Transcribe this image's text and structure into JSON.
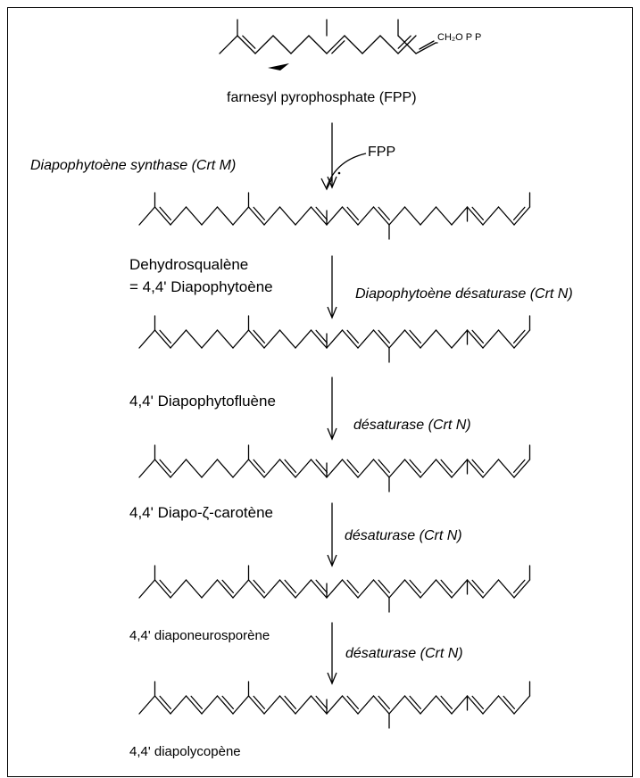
{
  "fpp": {
    "name": "farnesyl pyrophosphate (FPP)",
    "phosphate_group": "CH₂O P P",
    "cofactor": "FPP"
  },
  "steps": [
    {
      "enzyme": "Diapophytoène synthase (Crt M)"
    },
    {
      "enzyme": "Diapophytoène désaturase (Crt N)"
    },
    {
      "enzyme": "désaturase (Crt N)"
    },
    {
      "enzyme": "désaturase (Crt N)"
    },
    {
      "enzyme": "désaturase (Crt N)"
    }
  ],
  "compounds": [
    {
      "name": "Dehydrosqualène",
      "name2": "= 4,4' Diapophytoène"
    },
    {
      "name": "4,4' Diapophytofluène"
    },
    {
      "name": "4,4' Diapo-ζ-carotène"
    },
    {
      "name": "4,4' diaponeurosporène"
    },
    {
      "name": "4,4' diapolycopène"
    }
  ]
}
